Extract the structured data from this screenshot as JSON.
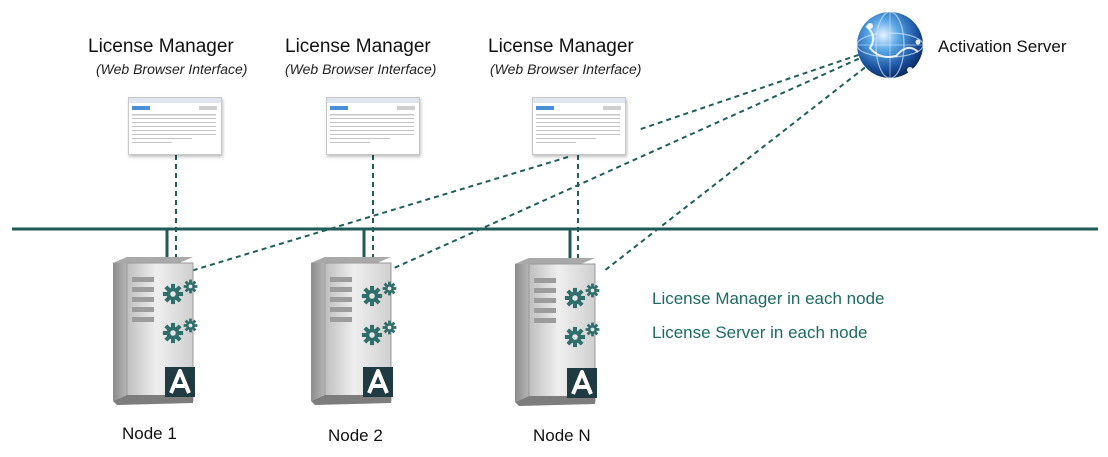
{
  "managers": [
    {
      "title": "License Manager",
      "subtitle": "(Web Browser Interface)"
    },
    {
      "title": "License Manager",
      "subtitle": "(Web Browser Interface)"
    },
    {
      "title": "License Manager",
      "subtitle": "(Web Browser Interface)"
    }
  ],
  "activation_server": {
    "label": "Activation Server"
  },
  "nodes": [
    {
      "label": "Node 1"
    },
    {
      "label": "Node 2"
    },
    {
      "label": "Node N"
    }
  ],
  "legend": [
    {
      "text": "License Manager in each node"
    },
    {
      "text": "License Server in each node"
    }
  ],
  "colors": {
    "accent": "#1e6b63",
    "network_line": "#1f5a57",
    "server_body": "#d8d8d8",
    "gear": "#2f6e6a",
    "badge": "#1f3a40"
  },
  "icons": [
    "globe-icon",
    "server-icon",
    "gear-icon",
    "browser-window-icon"
  ]
}
